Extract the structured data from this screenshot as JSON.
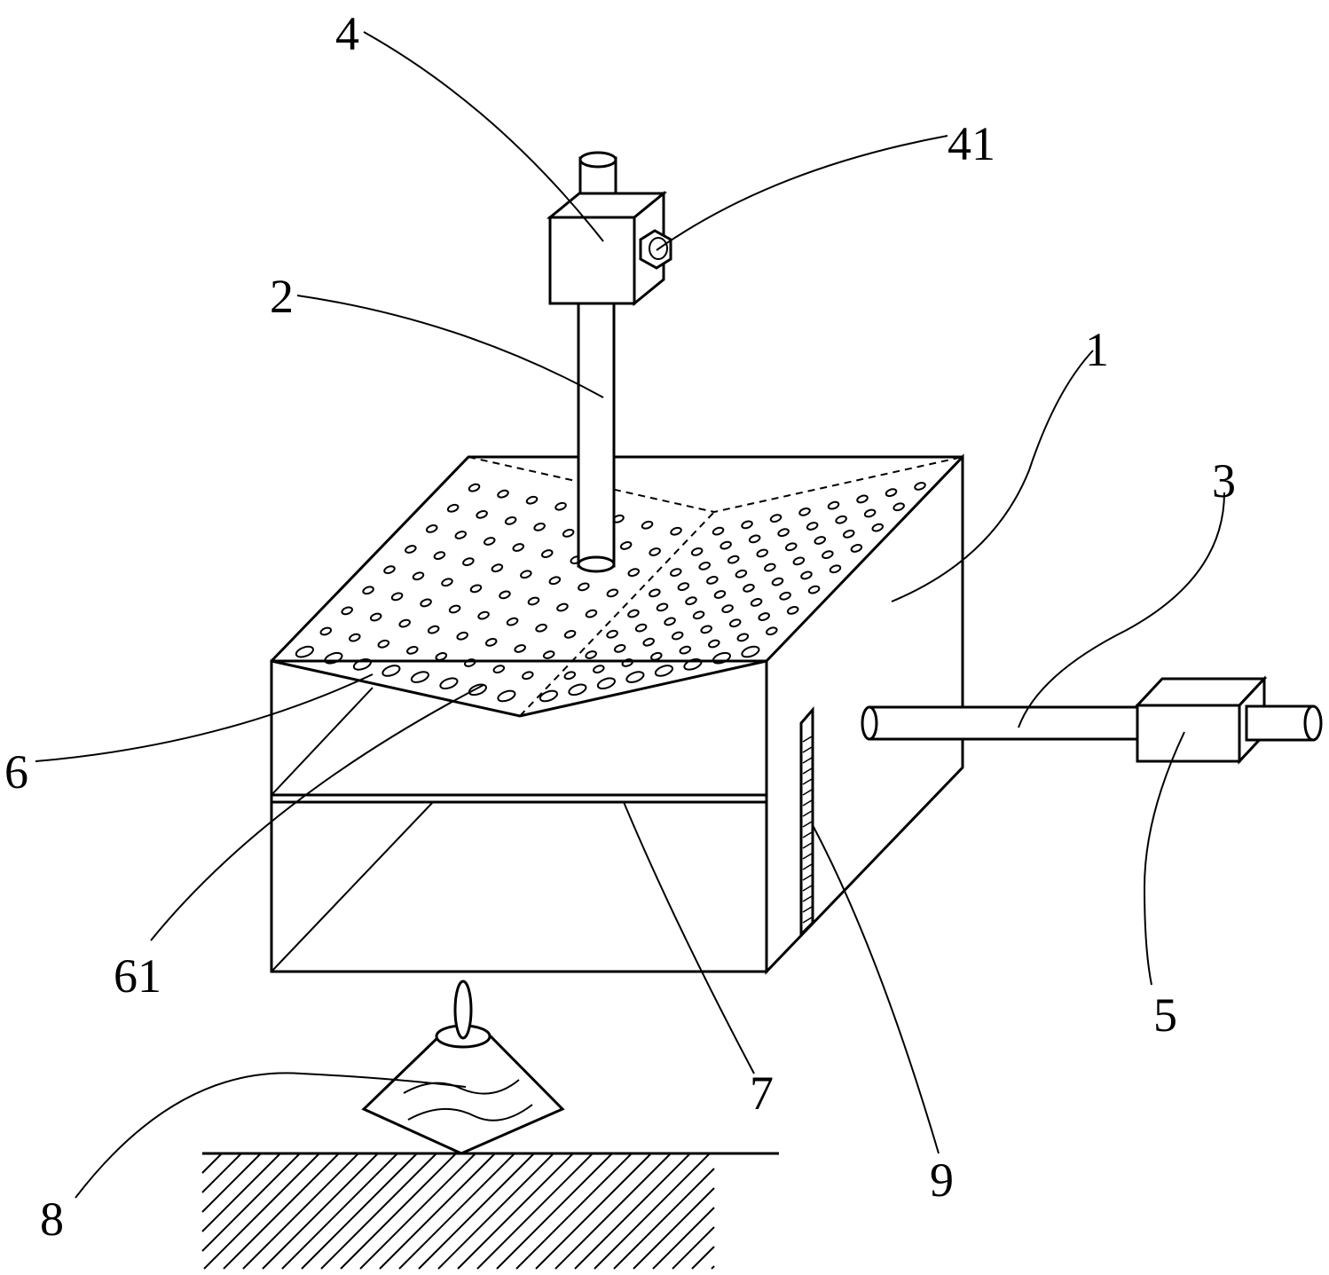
{
  "figure": {
    "labels": {
      "l1": "1",
      "l2": "2",
      "l3": "3",
      "l4": "4",
      "l41": "41",
      "l5": "5",
      "l6": "6",
      "l61": "61",
      "l7": "7",
      "l8": "8",
      "l9": "9"
    },
    "line_color": "#000000",
    "background": "#ffffff"
  }
}
